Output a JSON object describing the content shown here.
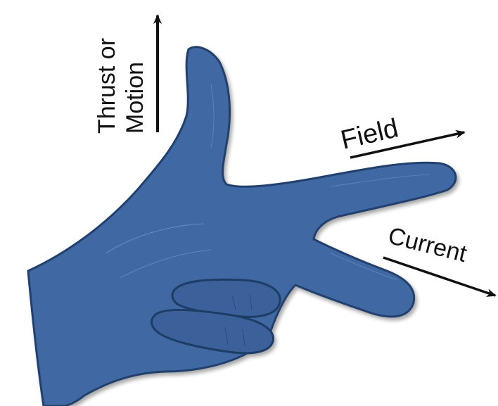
{
  "labels": {
    "thrust_line1": "Thrust or",
    "thrust_line2": "Motion",
    "field": "Field",
    "current": "Current"
  },
  "colors": {
    "hand_fill": "#3f67a3",
    "hand_outline": "#23416e",
    "hand_highlight": "#6f93c7",
    "arrow": "#111111",
    "background": "#ffffff"
  }
}
